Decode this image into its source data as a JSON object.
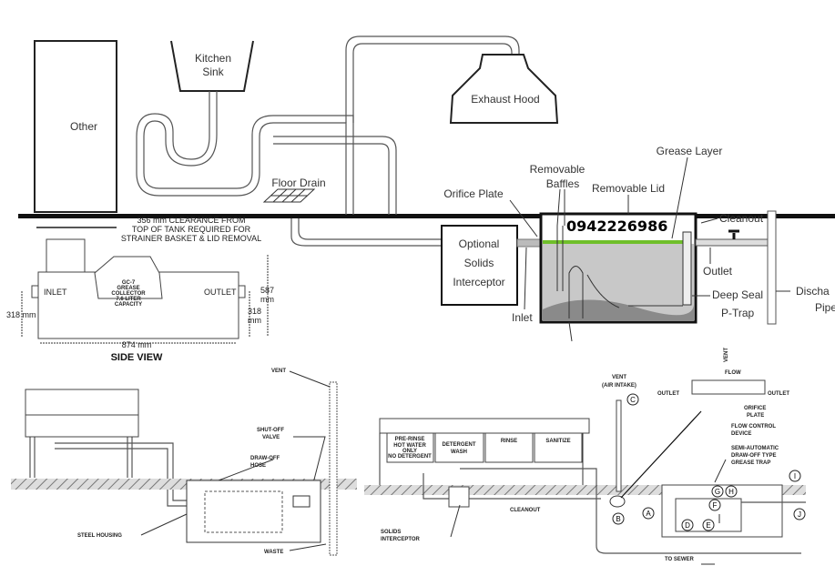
{
  "top_diagram": {
    "other": "Other",
    "kitchen_sink": [
      "Kitchen",
      "Sink"
    ],
    "exhaust_hood": "Exhaust Hood",
    "floor_drain": "Floor Drain",
    "orifice_plate": "Orifice Plate",
    "removable_baffles": [
      "Removable",
      "Baffles"
    ],
    "removable_lid": "Removable Lid",
    "grease_layer": "Grease Layer",
    "cleanout": "Cleanout",
    "outlet": "Outlet",
    "deep_seal_ptrap": [
      "Deep Seal",
      "P-Trap"
    ],
    "discharge_pipe": [
      "Discha",
      "Pipe"
    ],
    "inlet": "Inlet",
    "solids_interceptor": [
      "Optional",
      "Solids",
      "Interceptor"
    ],
    "phone": "0942226986",
    "grease_color": "#6fbf2a"
  },
  "side_view": {
    "clearance": [
      "356 mm CLEARANCE FROM",
      "TOP OF TANK REQUIRED FOR",
      "STRAINER BASKET & LID REMOVAL"
    ],
    "inlet": "INLET",
    "outlet": "OUTLET",
    "collector": [
      "GC-7",
      "GREASE",
      "COLLECTOR",
      "7.6 LITER",
      "CAPACITY"
    ],
    "height_total": [
      "587",
      "mm"
    ],
    "height_right": [
      "318",
      "mm"
    ],
    "height_left": "318 mm",
    "width": "874 mm",
    "title": "SIDE VIEW"
  },
  "bottom_left": {
    "vent": "VENT",
    "shutoff_valve": [
      "SHUT-OFF",
      "VALVE"
    ],
    "drawoff_hose": [
      "DRAW-OFF",
      "HOSE"
    ],
    "steel_housing": "STEEL HOUSING",
    "waste": "WASTE"
  },
  "bottom_right": {
    "vent_air_intake": [
      "VENT",
      "(AIR INTAKE)"
    ],
    "compartments": [
      [
        "PRE-RINSE",
        "HOT WATER",
        "ONLY",
        "NO DETERGENT"
      ],
      [
        "DETERGENT",
        "WASH"
      ],
      [
        "RINSE"
      ],
      [
        "SANITIZE"
      ]
    ],
    "flow": "FLOW",
    "vent_top": "VENT",
    "outlet_left": "OUTLET",
    "outlet_right": "OUTLET",
    "orifice_plate": [
      "ORIFICE",
      "PLATE"
    ],
    "flow_control": [
      "FLOW CONTROL",
      "DEVICE"
    ],
    "grease_trap": [
      "SEMI-AUTOMATIC",
      "DRAW-OFF TYPE",
      "GREASE TRAP"
    ],
    "cleanout": "CLEANOUT",
    "solids_interceptor": [
      "SOLIDS",
      "INTERCEPTOR"
    ],
    "to_sewer": "TO SEWER",
    "markers": [
      "A",
      "B",
      "C",
      "D",
      "E",
      "F",
      "G",
      "H",
      "I",
      "J"
    ]
  }
}
